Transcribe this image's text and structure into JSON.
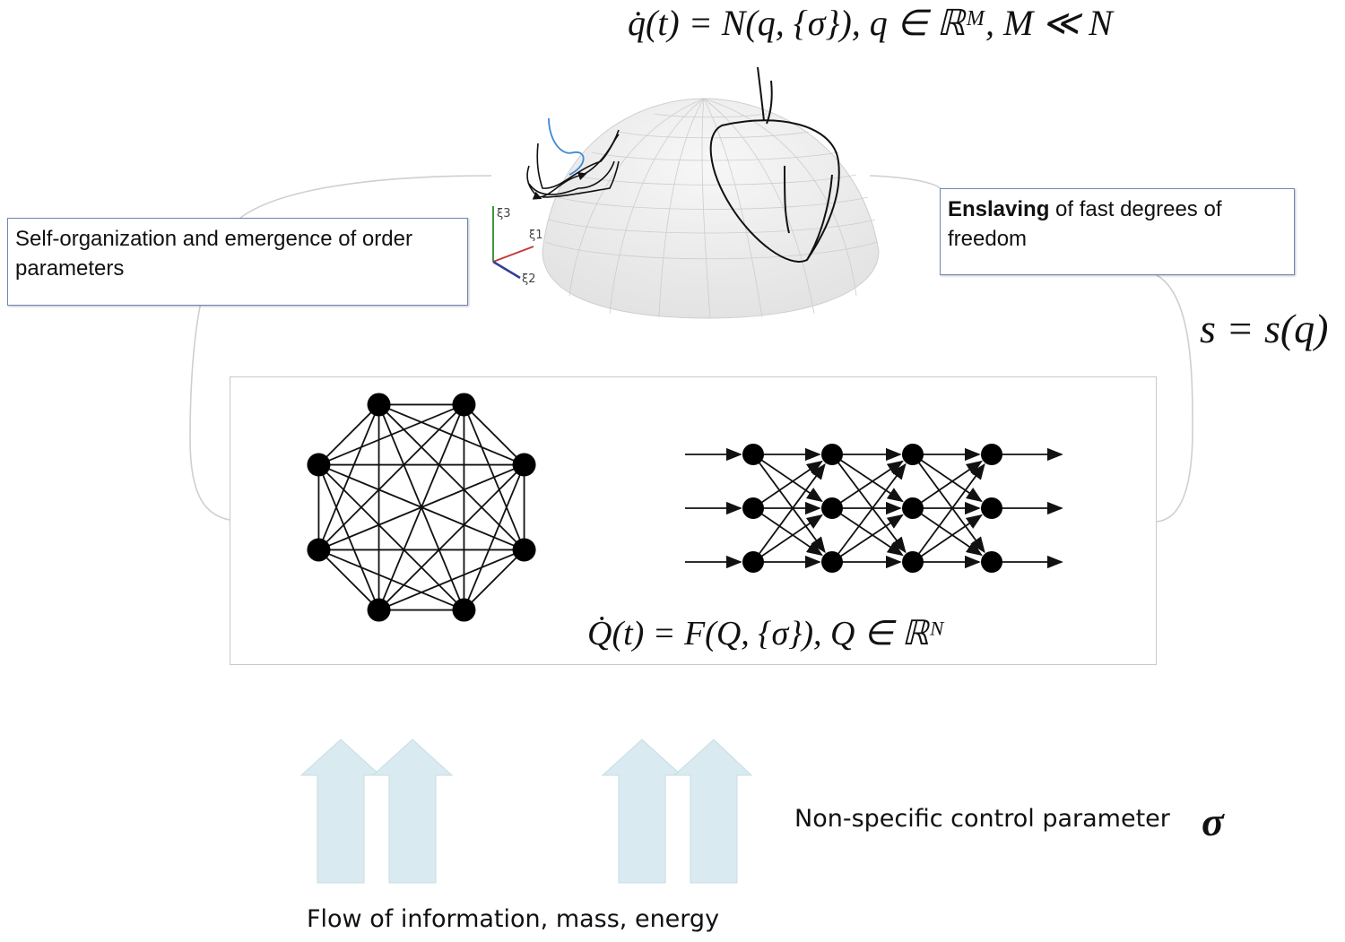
{
  "equations": {
    "top": "q̇(t) = N(q, {σ}), q ∈ ℝᴹ, M ≪ N",
    "slaving": "s = s(q)",
    "network": "Q̇(t) = F(Q, {σ}), Q ∈ ℝᴺ",
    "sigma": "σ"
  },
  "boxes": {
    "left": "Self-organization and emergence of order parameters",
    "right_bold": "Enslaving",
    "right_rest": " of fast degrees of freedom"
  },
  "axes_labels": {
    "xi3": "ξ3",
    "xi1": "ξ1",
    "xi2": "ξ2"
  },
  "captions": {
    "flow": "Flow of information, mass, energy",
    "control": "Non-specific control parameter"
  },
  "colors": {
    "box_border": "#6f86b8",
    "arrow_fill": "#d9eaf0",
    "sphere_grid": "#c8c8c8",
    "trajectory_blue": "#3a8ad6"
  }
}
